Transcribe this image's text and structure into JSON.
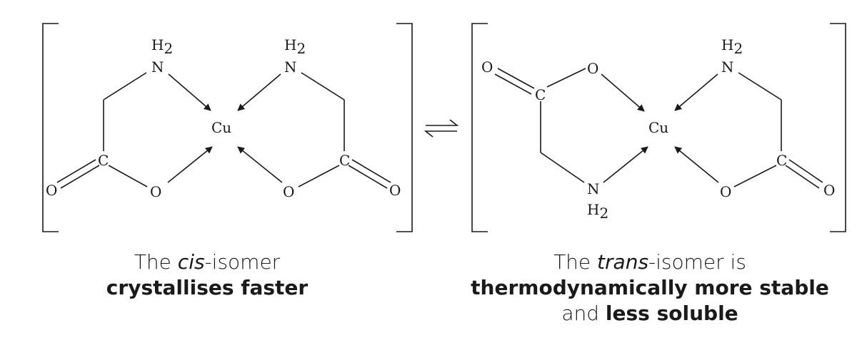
{
  "atoms": {
    "cu": "Cu",
    "n": "N",
    "o": "O",
    "c": "C",
    "h": "H",
    "h_sub": "2"
  },
  "captions": {
    "cis": {
      "the": "The ",
      "prefix": "cis",
      "suffix": "-isomer",
      "bold_line": "crystallises faster"
    },
    "trans": {
      "the": "The ",
      "prefix": "trans",
      "suffix": "-isomer is",
      "bold_line": "thermodynamically more stable",
      "and": "and ",
      "bold_tail": "less soluble"
    }
  },
  "colors": {
    "ink": "#1a1a1a",
    "background": "#ffffff"
  }
}
